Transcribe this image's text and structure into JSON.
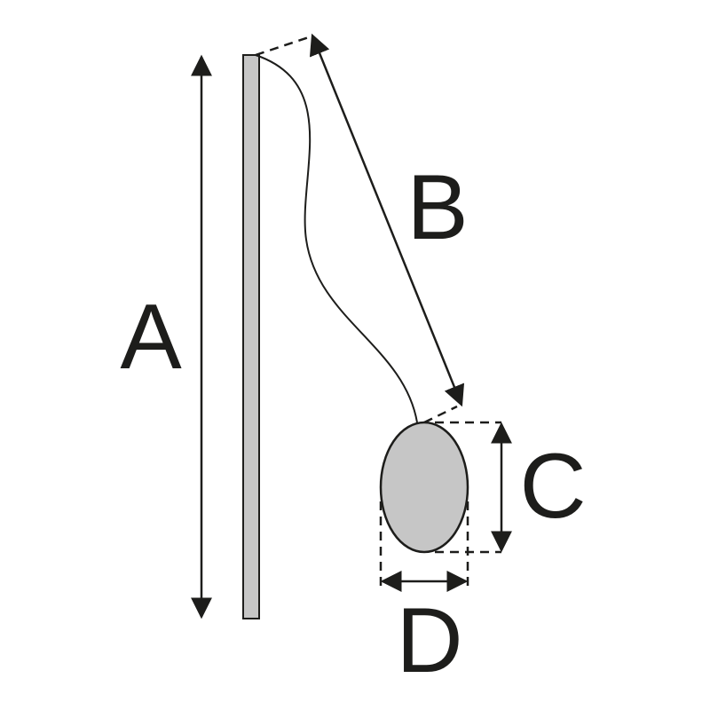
{
  "labels": {
    "a": "A",
    "b": "B",
    "c": "C",
    "d": "D"
  },
  "colors": {
    "stroke": "#1d1d1b",
    "fill": "#c6c6c6",
    "background": "#ffffff"
  }
}
